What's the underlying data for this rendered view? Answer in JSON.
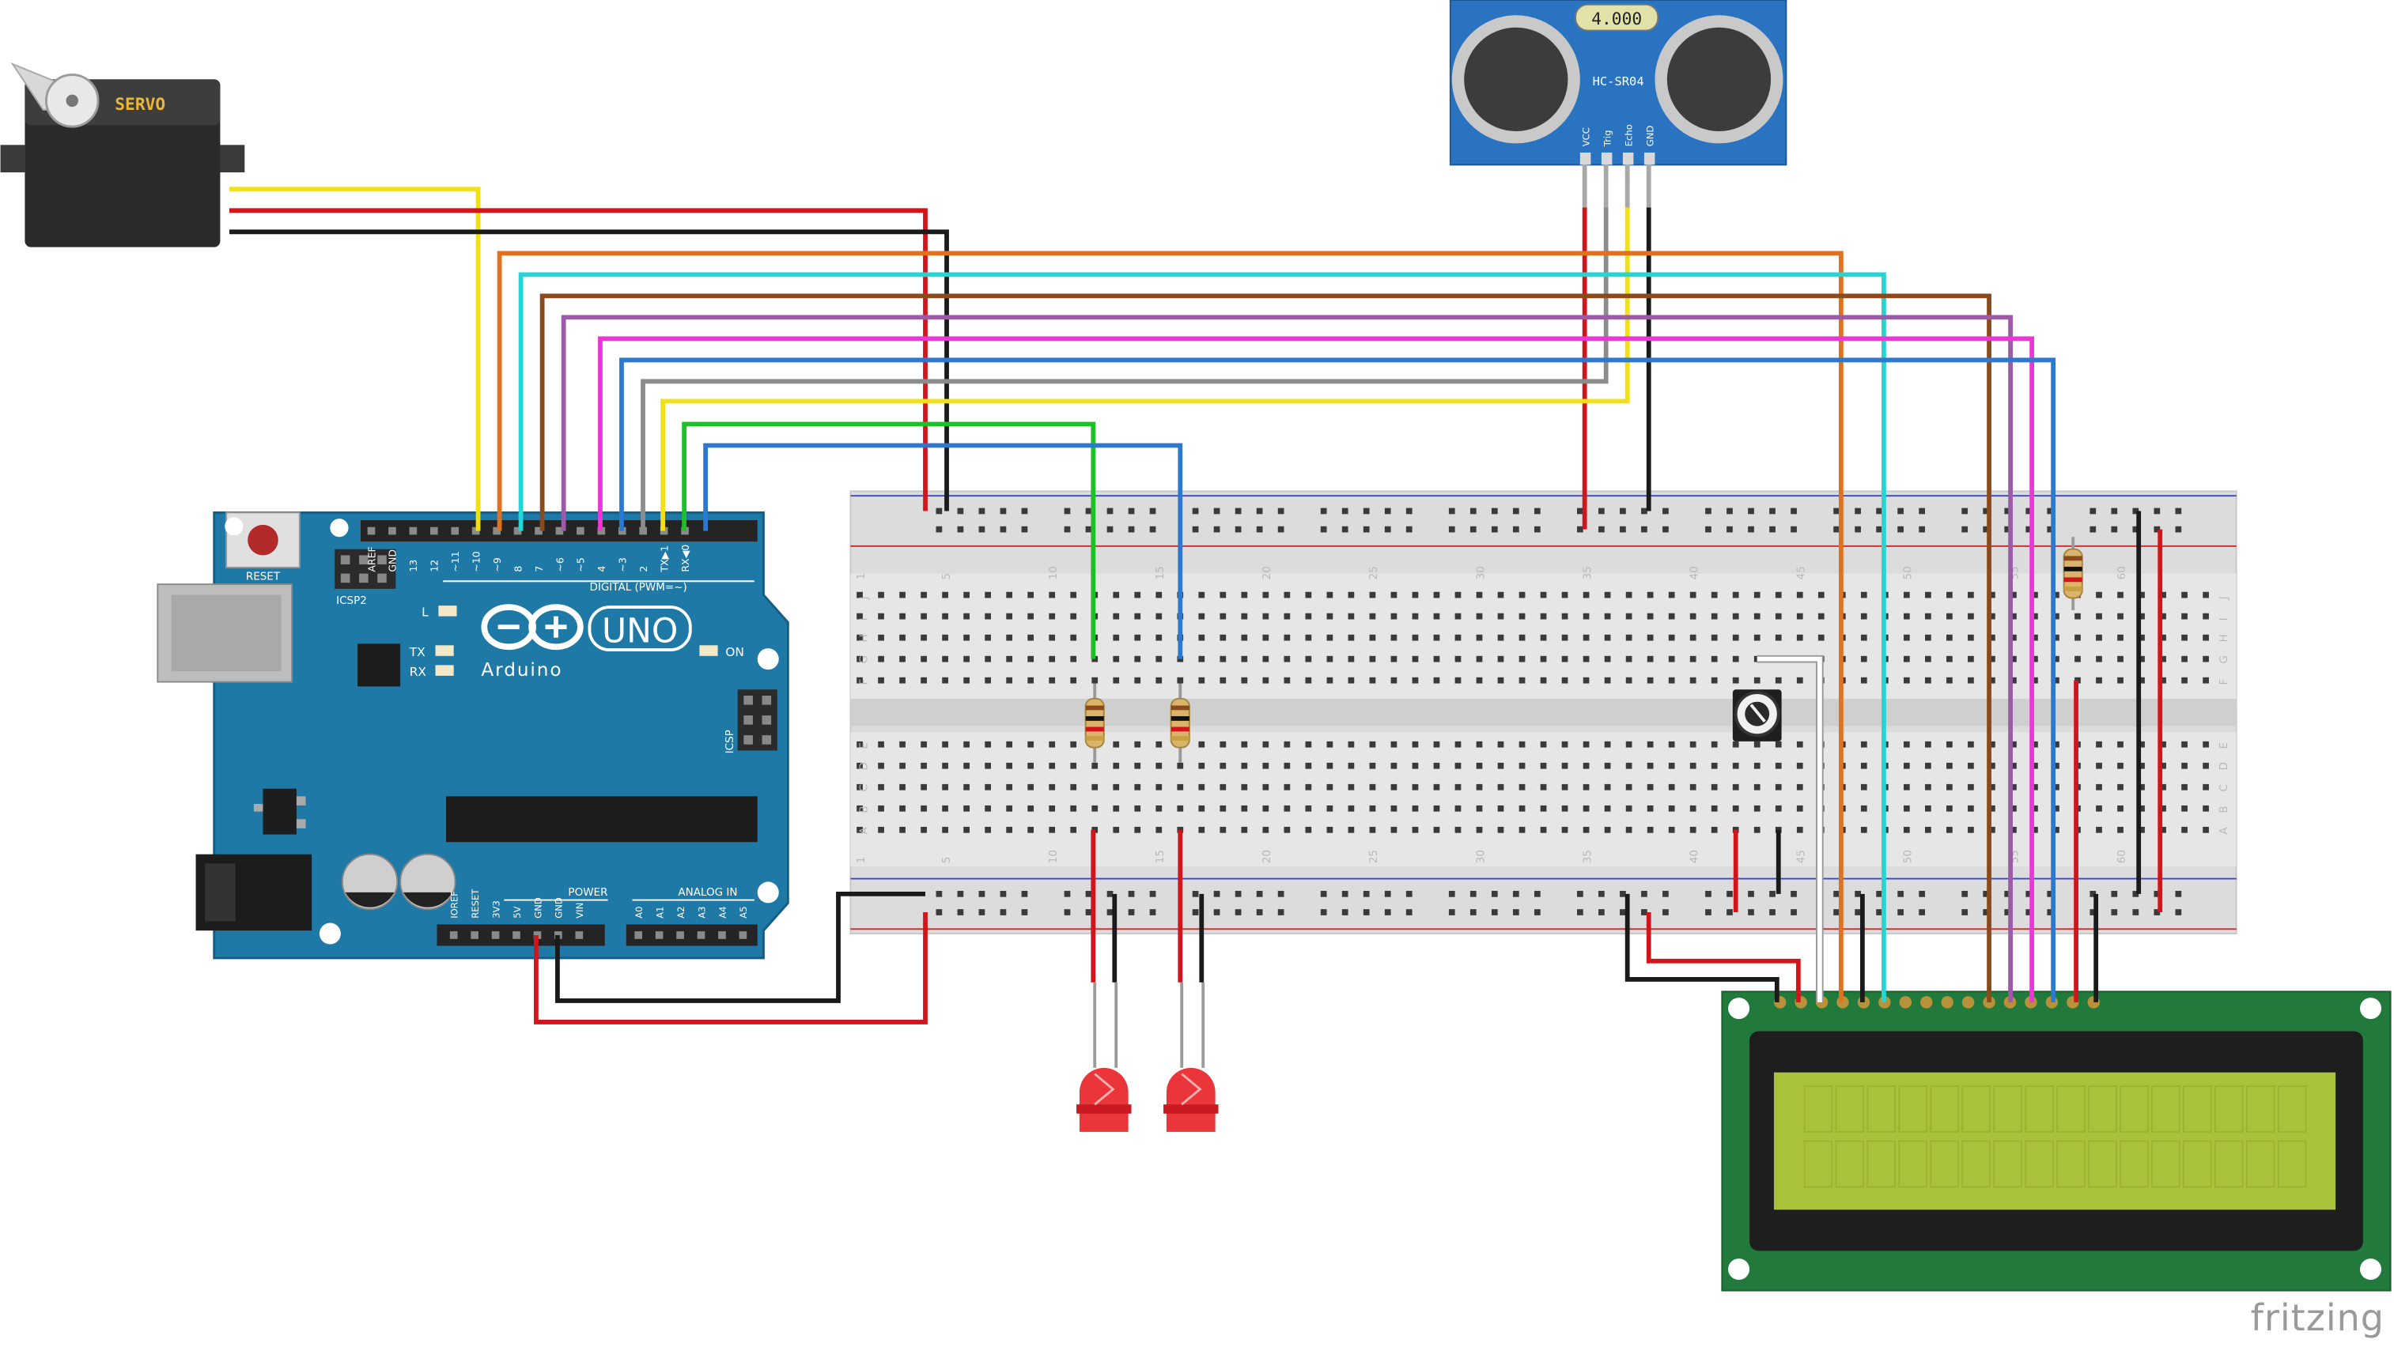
{
  "servo": {
    "label": "SERVO"
  },
  "sensor": {
    "display": "4.000",
    "model": "HC-SR04",
    "pins": [
      "VCC",
      "Trig",
      "Echo",
      "GND"
    ]
  },
  "arduino": {
    "reset": "RESET",
    "icsp2": "ICSP2",
    "icsp": "ICSP",
    "brand": "Arduino",
    "model": "UNO",
    "on": "ON",
    "led_l": "L",
    "led_tx": "TX",
    "led_rx": "RX",
    "digital": "DIGITAL (PWM=~)",
    "power": "POWER",
    "analog": "ANALOG IN",
    "digital_pins": [
      "AREF",
      "GND",
      "13",
      "12",
      "~11",
      "~10",
      "~9",
      "8",
      "7",
      "~6",
      "~5",
      "4",
      "~3",
      "2",
      "TX▶1",
      "RX◀0"
    ],
    "power_pins": [
      "IOREF",
      "RESET",
      "3V3",
      "5V",
      "GND",
      "GND",
      "VIN"
    ],
    "analog_pins": [
      "A0",
      "A1",
      "A2",
      "A3",
      "A4",
      "A5"
    ]
  },
  "breadboard": {
    "col_numbers": [
      "1",
      "5",
      "10",
      "15",
      "20",
      "25",
      "30",
      "35",
      "40",
      "45",
      "50",
      "55",
      "60"
    ],
    "row_letters_top": [
      "J",
      "I",
      "H",
      "G",
      "F"
    ],
    "row_letters_bottom": [
      "E",
      "D",
      "C",
      "B",
      "A"
    ]
  },
  "watermark": "fritzing",
  "colors": {
    "arduino_board": "#1f79a6",
    "sensor_board": "#2a73c0",
    "lcd_board": "#217a3c",
    "lcd_screen": "#a9c23c",
    "wire_red": "#d0161c",
    "wire_black": "#1a1a1a",
    "wire_yellow": "#f0e014",
    "wire_orange": "#e2711d",
    "wire_cyan": "#27d4d4",
    "wire_brown": "#8a4a1c",
    "wire_purple": "#9d5aa8",
    "wire_magenta": "#ea38d6",
    "wire_blue": "#2d78d0",
    "wire_gray": "#8c8c8c",
    "wire_green": "#1fbf2a",
    "wire_white": "#ffffff"
  }
}
